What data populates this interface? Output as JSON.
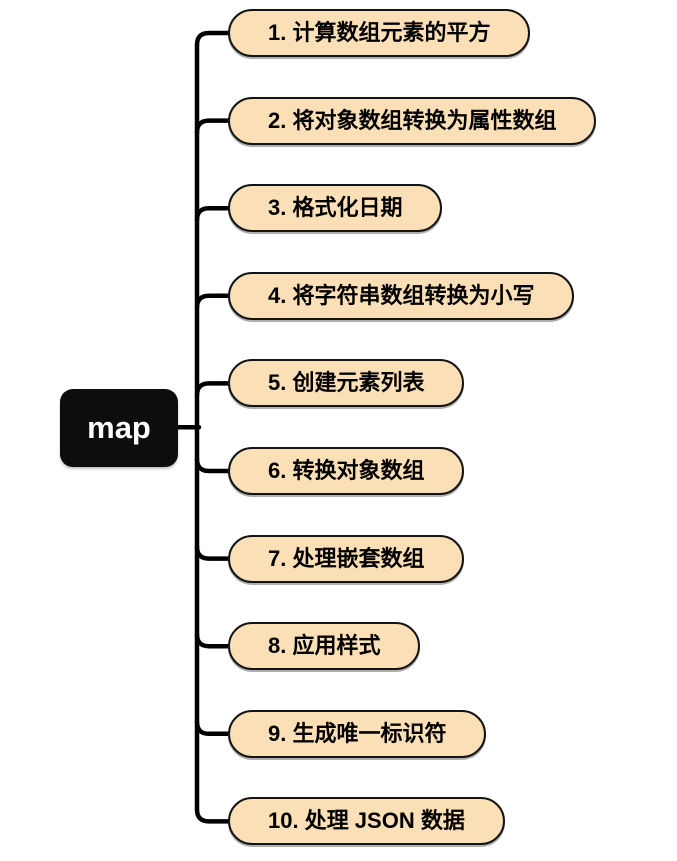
{
  "diagram": {
    "type": "mindmap",
    "root": {
      "label": "map"
    },
    "nodes": [
      {
        "label": "1. 计算数组元素的平方"
      },
      {
        "label": "2. 将对象数组转换为属性数组"
      },
      {
        "label": "3. 格式化日期"
      },
      {
        "label": "4. 将字符串数组转换为小写"
      },
      {
        "label": "5. 创建元素列表"
      },
      {
        "label": "6. 转换对象数组"
      },
      {
        "label": "7. 处理嵌套数组"
      },
      {
        "label": "8. 应用样式"
      },
      {
        "label": "9. 生成唯一标识符"
      },
      {
        "label": "10. 处理 JSON 数据"
      }
    ],
    "colors": {
      "background": "#FFFFFF",
      "node_fill": "#FBDFB6",
      "node_border": "#141414",
      "node_text": "#000000",
      "root_fill": "#0D0D0D",
      "root_text": "#FFFFFF",
      "line": "#000000"
    }
  }
}
